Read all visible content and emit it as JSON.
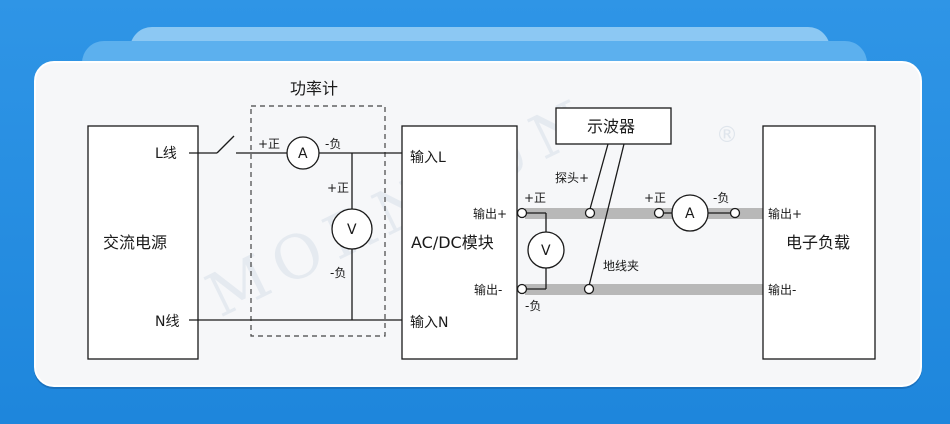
{
  "watermark": "MORNSUN",
  "watermark_mark": "®",
  "power_meter": {
    "title": "功率计"
  },
  "ac_source": {
    "title": "交流电源",
    "l_terminal": "L线",
    "n_terminal": "N线"
  },
  "module": {
    "title": "AC/DC模块",
    "input_l": "输入L",
    "input_n": "输入N",
    "output_pos": "输出+",
    "output_neg": "输出-"
  },
  "oscilloscope": {
    "title": "示波器",
    "probe_label": "探头+",
    "ground_clip_label": "地线夹"
  },
  "load": {
    "title": "电子负载",
    "input_pos": "输出+",
    "input_neg": "输出-"
  },
  "meters": {
    "ammeter_symbol": "A",
    "voltmeter_symbol": "V",
    "positive": "+正",
    "negative": "-负"
  },
  "colors": {
    "background": "#1e86dc",
    "card": "#f6f7f9",
    "wire": "#1a1a1a",
    "bus": "#b8b8b8"
  }
}
